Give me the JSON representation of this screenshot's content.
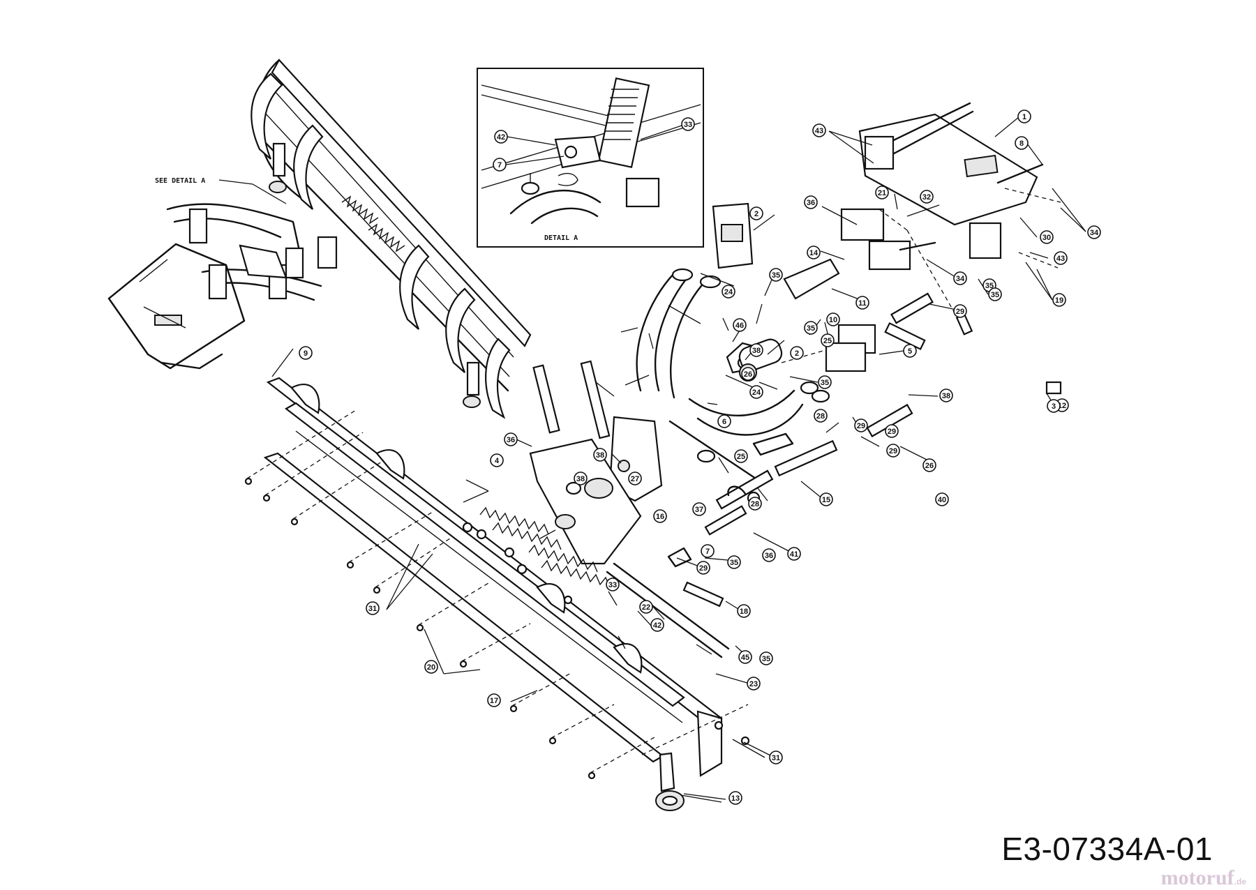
{
  "inset": {
    "label": "DETAIL A",
    "callouts": [
      "42",
      "7",
      "33"
    ]
  },
  "detail_pointer": "SEE DETAIL A",
  "callouts": [
    "1",
    "43",
    "8",
    "34",
    "30",
    "43",
    "19",
    "35",
    "21",
    "32",
    "36",
    "14",
    "34",
    "35",
    "29",
    "2",
    "35",
    "11",
    "35",
    "10",
    "24",
    "46",
    "38",
    "5",
    "2",
    "25",
    "38",
    "26",
    "24",
    "6",
    "28",
    "29",
    "25",
    "26",
    "29",
    "12",
    "29",
    "35",
    "40",
    "3",
    "36",
    "4",
    "38",
    "38",
    "27",
    "16",
    "15",
    "37",
    "28",
    "41",
    "29",
    "7",
    "35",
    "33",
    "42",
    "22",
    "31",
    "18",
    "45",
    "36",
    "35",
    "23",
    "20",
    "17",
    "31",
    "13",
    "9"
  ],
  "document_number": "E3-07334A-01",
  "watermark": {
    "brand": "motoruf",
    "suffix": ".de"
  }
}
